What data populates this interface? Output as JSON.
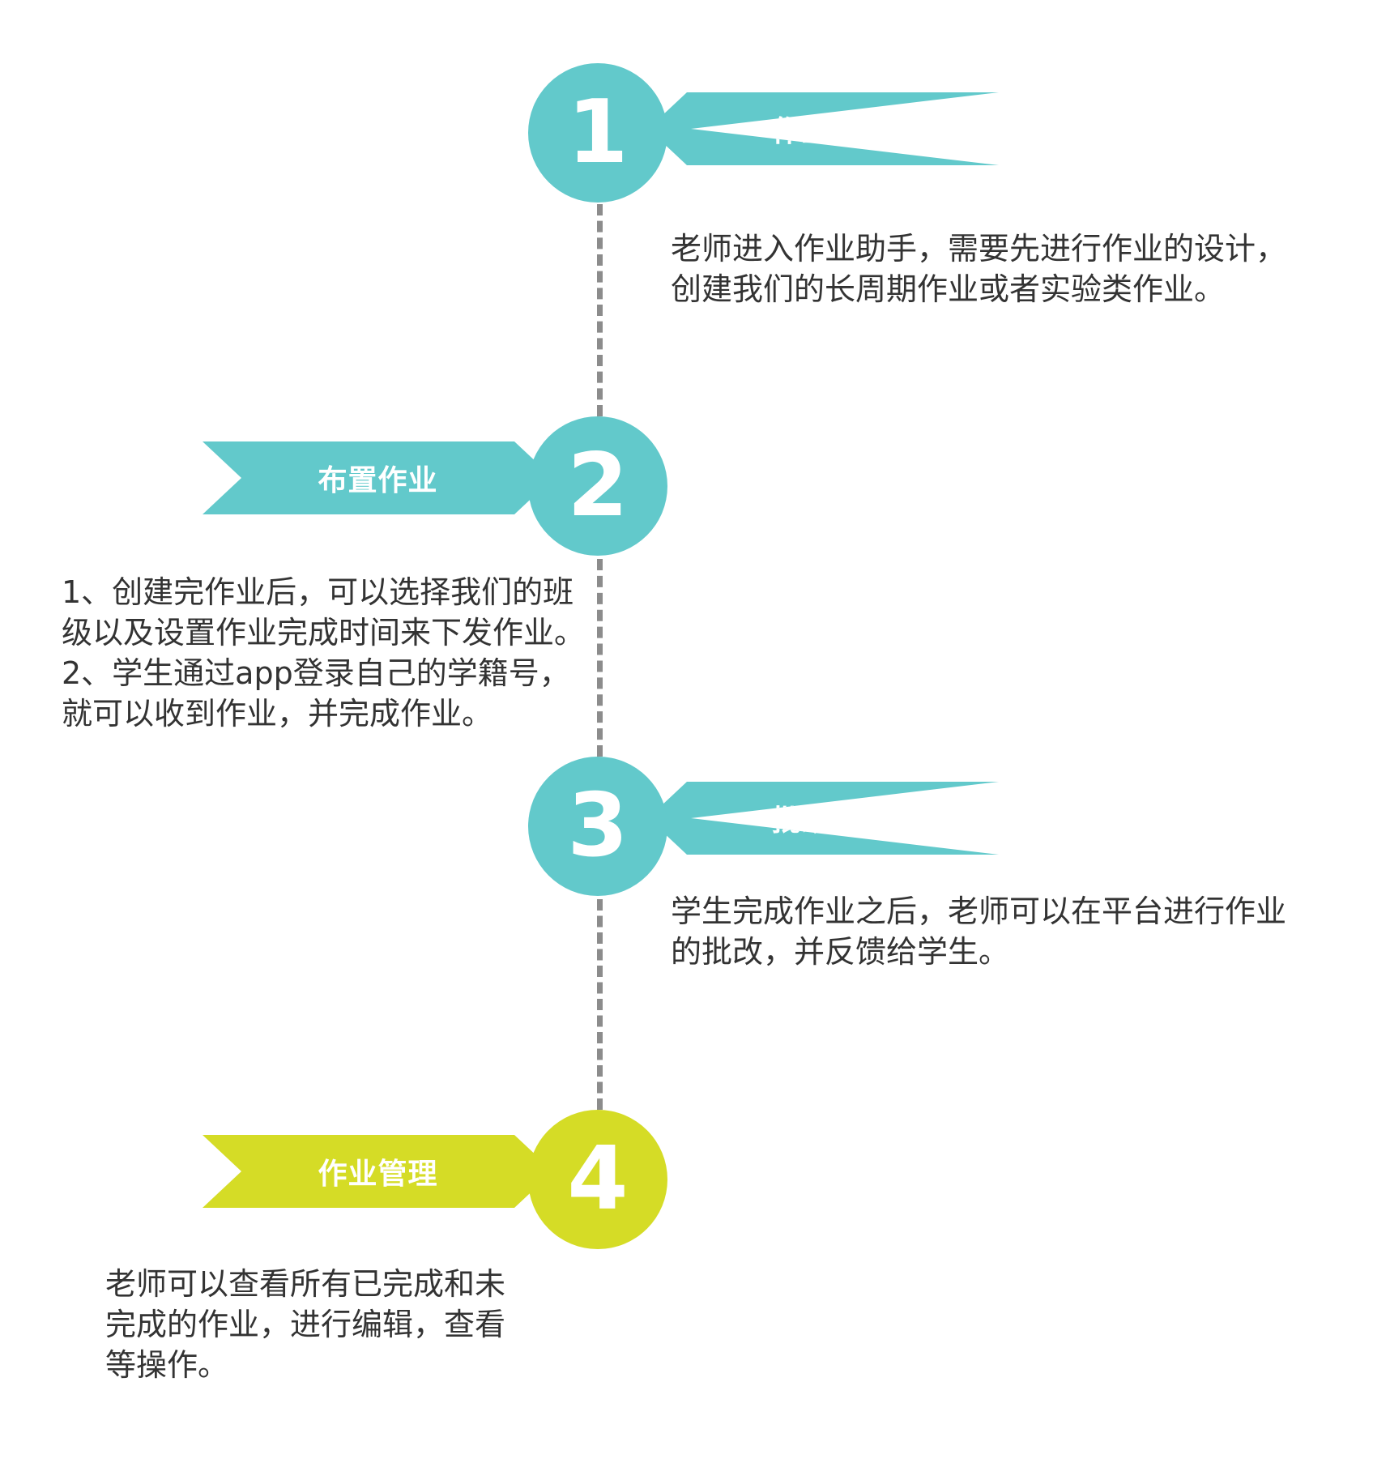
{
  "colors": {
    "teal": "#62c9cb",
    "lime": "#d5dc26",
    "dash": "#8c8c8c",
    "text": "#333333"
  },
  "steps": [
    {
      "number": "1",
      "title": "作业设计",
      "description": [
        "老师进入作业助手，需要先进行作业的设计，",
        "创建我们的长周期作业或者实验类作业。"
      ]
    },
    {
      "number": "2",
      "title": "布置作业",
      "description": [
        "1、创建完作业后，可以选择我们的班",
        "级以及设置作业完成时间来下发作业。",
        "2、学生通过app登录自己的学籍号，",
        "就可以收到作业，并完成作业。"
      ]
    },
    {
      "number": "3",
      "title": "批改作业",
      "description": [
        "学生完成作业之后，老师可以在平台进行作业",
        "的批改，并反馈给学生。"
      ]
    },
    {
      "number": "4",
      "title": "作业管理",
      "description": [
        "老师可以查看所有已完成和未",
        "完成的作业，进行编辑，查看",
        "等操作。"
      ]
    }
  ]
}
